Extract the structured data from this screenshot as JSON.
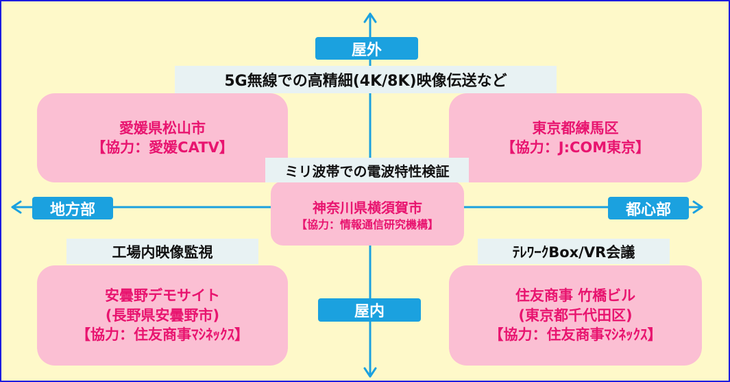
{
  "axes": {
    "top": "屋外",
    "bottom": "屋内",
    "left": "地方部",
    "right": "都心部"
  },
  "captions": {
    "top_center": "5G無線での高精細(4K/8K)映像伝送など",
    "center": "ミリ波帯での電波特性検証",
    "bottom_left": "工場内映像監視",
    "bottom_right": "ﾃﾚﾜｰｸBox/VR会議"
  },
  "cards": {
    "top_left": {
      "line1": "愛媛県松山市",
      "line2": "【協力：愛媛CATV】"
    },
    "top_right": {
      "line1": "東京都練馬区",
      "line2": "【協力：J:COM東京】"
    },
    "center": {
      "line1": "神奈川県横須賀市",
      "line2": "【協力：情報通信研究機構】"
    },
    "bottom_left": {
      "line1": "安曇野デモサイト",
      "line2": "(長野県安曇野市)",
      "line3": "【協力：住友商事ﾏｼﾈｯｸｽ】"
    },
    "bottom_right": {
      "line1": "住友商事 竹橋ビル",
      "line2": "(東京都千代田区)",
      "line3": "【協力：住友商事ﾏｼﾈｯｸｽ】"
    }
  },
  "colors": {
    "background": "#fef9c9",
    "border": "#1c1ce0",
    "axis": "#1ba1df",
    "card": "#fbbfd3",
    "card_text": "#e8146f",
    "caption_bg": "#e8f2f3"
  }
}
